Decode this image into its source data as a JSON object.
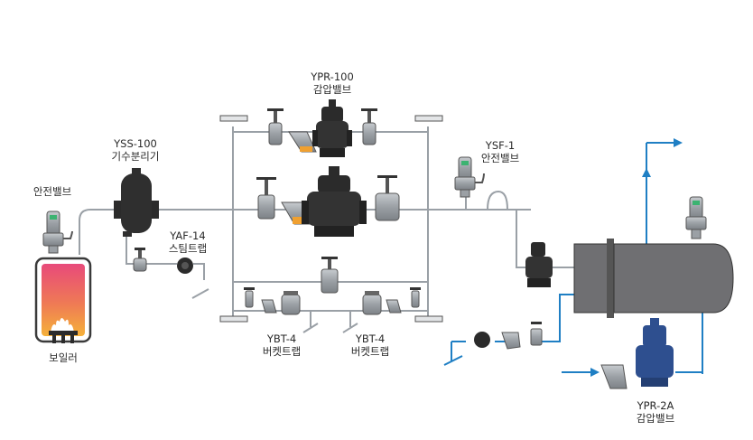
{
  "labels": {
    "safety_valve_left": "안전밸브",
    "boiler": "보일러",
    "yss_model": "YSS-100",
    "yss_name": "기수분리기",
    "yaf_model": "YAF-14",
    "yaf_name": "스팀트랩",
    "ypr100_model": "YPR-100",
    "ypr100_name": "감압밸브",
    "ysf_model": "YSF-1",
    "ysf_name": "안전밸브",
    "ybt_left_model": "YBT-4",
    "ybt_left_name": "버켓트랩",
    "ybt_right_model": "YBT-4",
    "ybt_right_name": "버켓트랩",
    "ypr2a_model": "YPR-2A",
    "ypr2a_name": "감압밸브"
  },
  "colors": {
    "steam_pipe": "#9aa0a6",
    "water_pipe": "#1f7fc4",
    "valve_grey": "#8e9296",
    "valve_dark": "#2b2b2b",
    "valve_blue": "#2e4f8f",
    "vessel": "#6f6f72",
    "boiler_top": "#e8457a",
    "boiler_bottom": "#f3a33a"
  }
}
